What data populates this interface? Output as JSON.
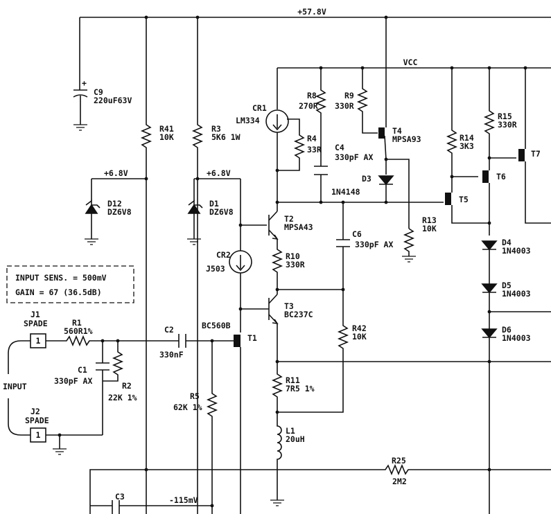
{
  "rails": {
    "top": "+57.8V",
    "vcc": "VCC",
    "zener_left": "+6.8V",
    "zener_right": "+6.8V",
    "bottom_node": "-115mV"
  },
  "note": {
    "line1": "INPUT SENS. = 500mV",
    "line2": "GAIN = 67 (36.5dB)"
  },
  "connectors": {
    "input_label": "INPUT",
    "j1": {
      "ref": "J1",
      "type": "SPADE",
      "pin": "1"
    },
    "j2": {
      "ref": "J2",
      "type": "SPADE",
      "pin": "1"
    }
  },
  "components": {
    "C9": {
      "ref": "C9",
      "value": "220uF63V"
    },
    "R41": {
      "ref": "R41",
      "value": "10K"
    },
    "R3": {
      "ref": "R3",
      "value": "5K6 1W"
    },
    "D12": {
      "ref": "D12",
      "value": "DZ6V8"
    },
    "D1": {
      "ref": "D1",
      "value": "DZ6V8"
    },
    "CR1": {
      "ref": "CR1",
      "value": "LM334"
    },
    "R4": {
      "ref": "R4",
      "value": "33R"
    },
    "R8": {
      "ref": "R8",
      "value": "270R"
    },
    "R9": {
      "ref": "R9",
      "value": "330R"
    },
    "T4": {
      "ref": "T4",
      "value": "MPSA93"
    },
    "C4": {
      "ref": "C4",
      "value": "330pF AX"
    },
    "D3": {
      "ref": "D3",
      "value": "1N4148"
    },
    "R14": {
      "ref": "R14",
      "value": "3K3"
    },
    "R15": {
      "ref": "R15",
      "value": "330R"
    },
    "T7": {
      "ref": "T7"
    },
    "T6": {
      "ref": "T6"
    },
    "T5": {
      "ref": "T5"
    },
    "R13": {
      "ref": "R13",
      "value": "10K"
    },
    "T2": {
      "ref": "T2",
      "value": "MPSA43"
    },
    "C6": {
      "ref": "C6",
      "value": "330pF AX"
    },
    "CR2": {
      "ref": "CR2",
      "value": "J503"
    },
    "R10": {
      "ref": "R10",
      "value": "330R"
    },
    "D4": {
      "ref": "D4",
      "value": "1N4003"
    },
    "D5": {
      "ref": "D5",
      "value": "1N4003"
    },
    "D6": {
      "ref": "D6",
      "value": "1N4003"
    },
    "T3": {
      "ref": "T3",
      "value": "BC237C"
    },
    "R42": {
      "ref": "R42",
      "value": "10K"
    },
    "R1": {
      "ref": "R1",
      "value": "560R1%"
    },
    "C2": {
      "ref": "C2",
      "value": "330nF"
    },
    "T1": {
      "ref": "T1",
      "value": "BC560B"
    },
    "C1": {
      "ref": "C1",
      "value": "330pF AX"
    },
    "R2": {
      "ref": "R2",
      "value": "22K 1%"
    },
    "R5": {
      "ref": "R5",
      "value": "62K 1%"
    },
    "R11": {
      "ref": "R11",
      "value": "7R5 1%"
    },
    "L1": {
      "ref": "L1",
      "value": "20uH"
    },
    "R25": {
      "ref": "R25",
      "value": "2M2"
    },
    "C3": {
      "ref": "C3"
    }
  }
}
